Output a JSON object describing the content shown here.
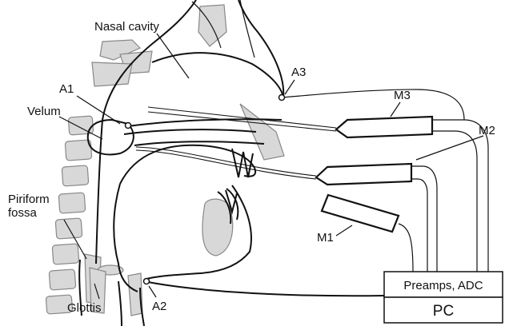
{
  "labels": {
    "nasal_cavity": "Nasal cavity",
    "velum": "Velum",
    "piriform_fossa_line1": "Piriform",
    "piriform_fossa_line2": "fossa",
    "glottis": "Glottis",
    "a1": "A1",
    "a2": "A2",
    "a3": "A3",
    "m1": "M1",
    "m2": "M2",
    "m3": "M3",
    "preamps_adc": "Preamps, ADC",
    "pc": "PC"
  }
}
